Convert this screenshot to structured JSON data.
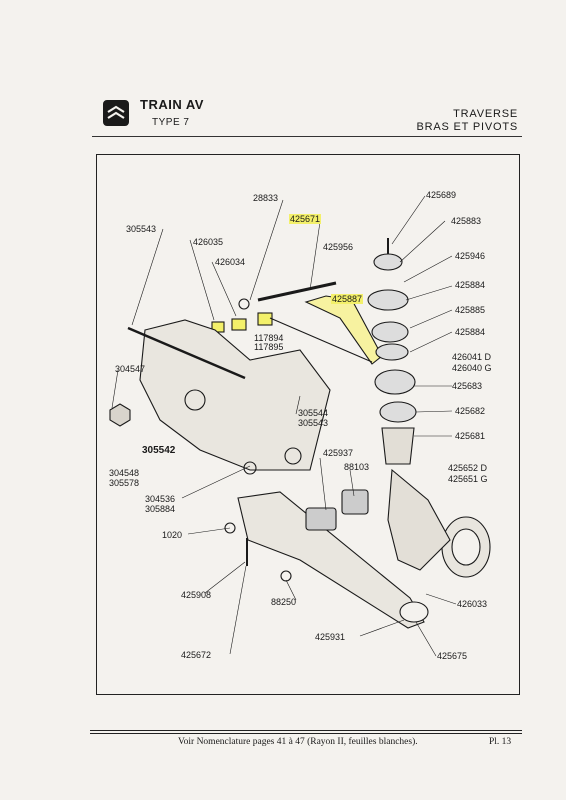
{
  "header": {
    "title": "TRAIN AV",
    "subtitle": "TYPE 7",
    "section_title": "TRAVERSE",
    "section_subtitle": "BRAS ET PIVOTS"
  },
  "footer": {
    "reference": "Voir Nomenclature pages 41 à 47 (Rayon II, feuilles blanches).",
    "plate": "Pl. 13"
  },
  "parts": {
    "p28833": "28833",
    "p425671": "425671",
    "p305543_top": "305543",
    "p426035": "426035",
    "p426034": "426034",
    "p425956": "425956",
    "p425887": "425887",
    "p425689": "425689",
    "p425883": "425883",
    "p425946": "425946",
    "p425884_a": "425884",
    "p425885": "425885",
    "p425884_b": "425884",
    "p426041": "426041 D",
    "p426040": "426040 G",
    "p425683": "425683",
    "p425682": "425682",
    "p425681": "425681",
    "p117894": "117894",
    "p117895": "117895",
    "p304547": "304547",
    "p305544": "305544",
    "p305543_mid": "305543",
    "p305542": "305542",
    "p304548": "304548",
    "p305578": "305578",
    "p425937": "425937",
    "p88103": "88103",
    "p425652": "425652 D",
    "p425651": "425651 G",
    "p304536": "304536",
    "p305884": "305884",
    "p1020": "1020",
    "p425908": "425908",
    "p88250": "88250",
    "p426033": "426033",
    "p425931": "425931",
    "p425672": "425672",
    "p425675": "425675"
  },
  "colors": {
    "highlight": "#f3f06a",
    "ink": "#1a1a1a",
    "paper": "#f4f2ee"
  }
}
